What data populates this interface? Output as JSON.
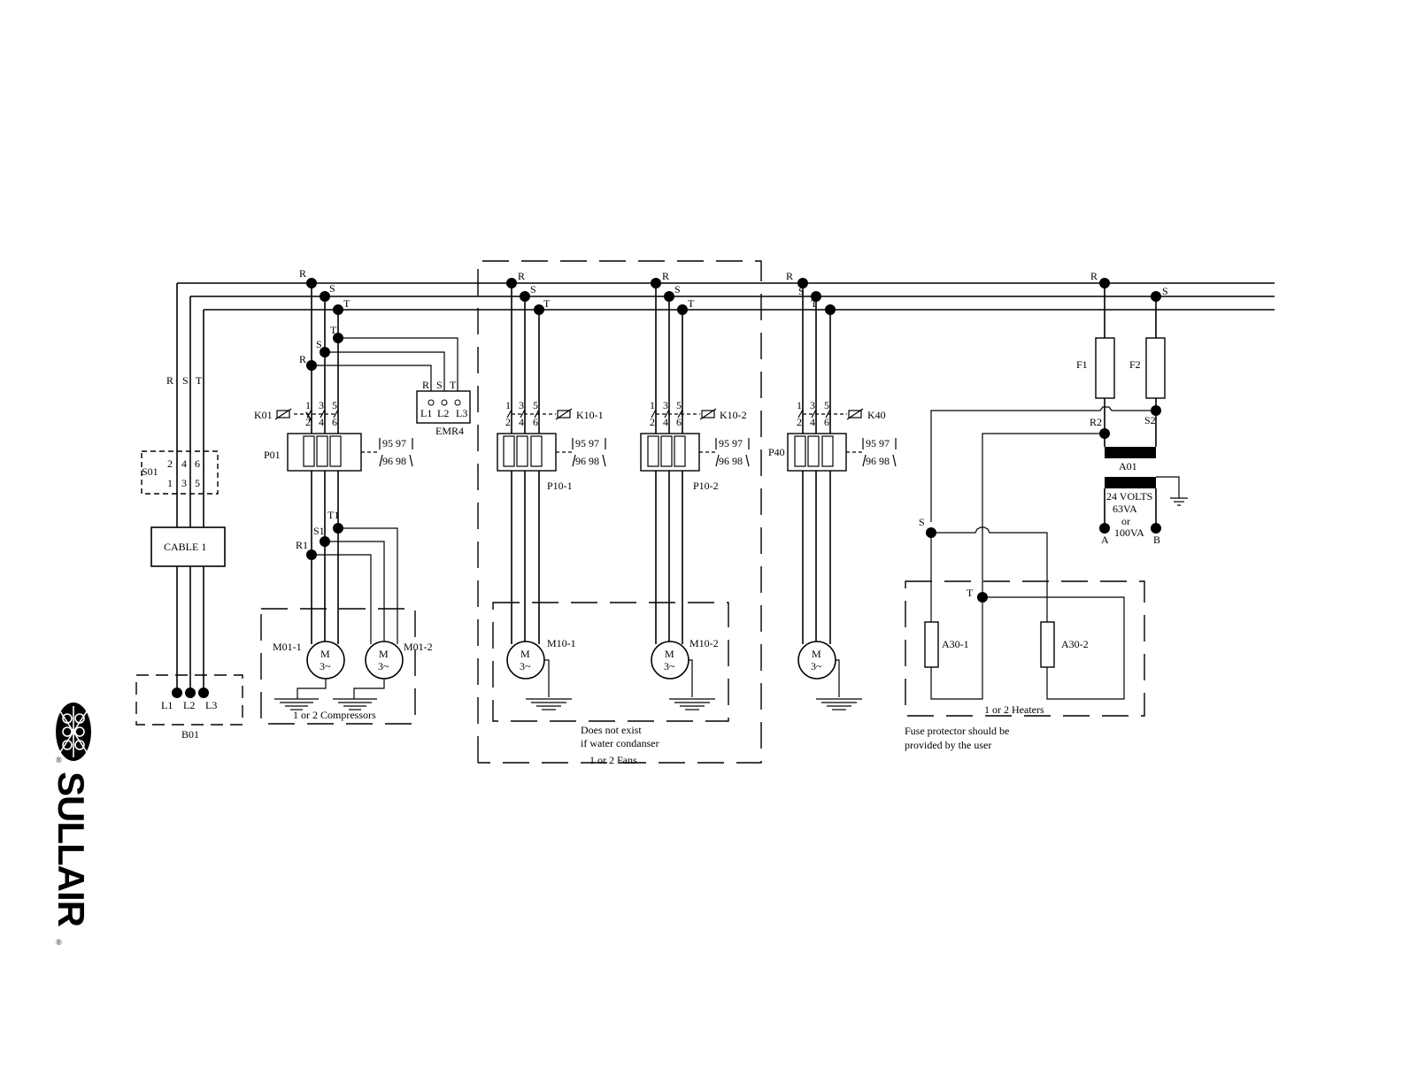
{
  "brand": {
    "name": "SULLAIR",
    "registered": "®"
  },
  "bus": {
    "R": "R",
    "S": "S",
    "T": "T"
  },
  "supply": {
    "switch": "S01",
    "switch_top": [
      "2",
      "4",
      "6"
    ],
    "switch_bottom": [
      "1",
      "3",
      "5"
    ],
    "cable": "CABLE 1",
    "terminals": [
      "L1",
      "L2",
      "L3"
    ],
    "box": "B01"
  },
  "compressor": {
    "contactor": "K01",
    "relay": "P01",
    "motors": [
      "M01-1",
      "M01-2"
    ],
    "monitor": "EMR4",
    "monitor_inputs": [
      "R",
      "S",
      "T"
    ],
    "monitor_terminals": [
      "L1",
      "L2",
      "L3"
    ],
    "taps": [
      "R",
      "S",
      "T"
    ],
    "lower_taps": [
      "R1",
      "S1",
      "T1"
    ],
    "group": "1 or 2 Compressors"
  },
  "fans": {
    "contactors": [
      "K10-1",
      "K10-2"
    ],
    "relays": [
      "P10-1",
      "P10-2"
    ],
    "motors": [
      "M10-1",
      "M10-2"
    ],
    "note_line1": "Does not exist",
    "note_line2": "if water condanser",
    "group": "1 or 2 Fans"
  },
  "pump": {
    "contactor": "K40",
    "relay": "P40"
  },
  "contact_top": [
    "1",
    "3",
    "5"
  ],
  "contact_bottom": [
    "2",
    "4",
    "6"
  ],
  "aux_contacts": {
    "upper": "95 97",
    "lower": "96 98"
  },
  "motor_symbol": {
    "letter": "M",
    "phase": "3~"
  },
  "control": {
    "fuses": [
      "F1",
      "F2"
    ],
    "taps": [
      "R2",
      "S2"
    ],
    "transformer": "A01",
    "rating_line1": "24 VOLTS",
    "rating_line2": "63VA",
    "rating_line3": "or",
    "rating_line4": "100VA",
    "outputs": [
      "A",
      "B"
    ]
  },
  "heaters": {
    "elements": [
      "A30-1",
      "A30-2"
    ],
    "taps": [
      "S",
      "T"
    ],
    "group": "1 or 2 Heaters",
    "note_line1": "Fuse protector should be",
    "note_line2": "provided by the user"
  }
}
